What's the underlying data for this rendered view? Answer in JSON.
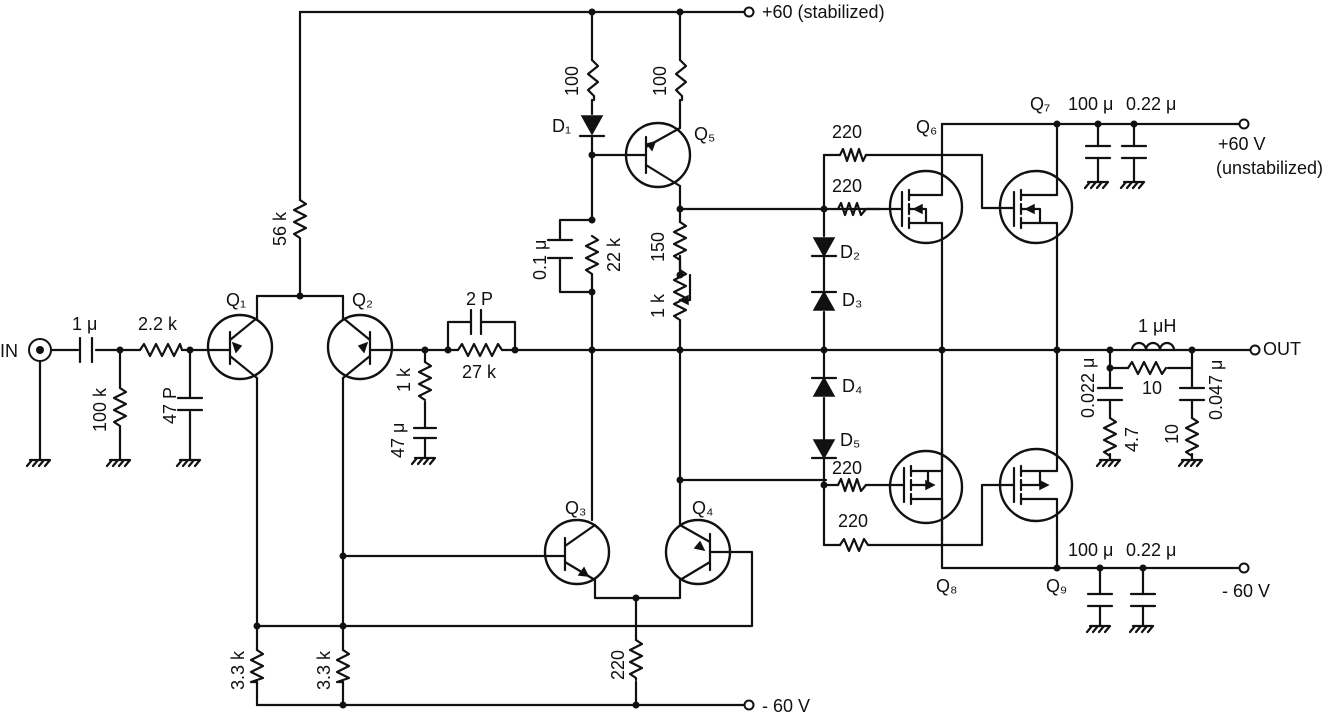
{
  "terminals": {
    "in": "IN",
    "out": "OUT",
    "supply_stabilized": "+60 (stabilized)",
    "supply_pos": "+60 V",
    "supply_pos_note": "(unstabilized)",
    "supply_neg": "- 60 V",
    "supply_neg_bottom": "- 60 V"
  },
  "transistors": {
    "q1": "Q₁",
    "q2": "Q₂",
    "q3": "Q₃",
    "q4": "Q₄",
    "q5": "Q₅",
    "q6": "Q₆",
    "q7": "Q₇",
    "q8": "Q₈",
    "q9": "Q₉"
  },
  "diodes": {
    "d1": "D₁",
    "d2": "D₂",
    "d3": "D₃",
    "d4": "D₄",
    "d5": "D₅"
  },
  "components": {
    "c_in": "1 μ",
    "r_in": "2.2 k",
    "r_in_shunt": "100 k",
    "c_47p": "47 P",
    "r_56k": "56 k",
    "c_2p": "2 P",
    "r_27k": "27 k",
    "r_fb_1k": "1 k",
    "c_fb_47u": "47 μ",
    "r_100_d1": "100",
    "r_100_q5": "100",
    "c_01u": "0.1 μ",
    "r_22k": "22 k",
    "r_150": "150",
    "r_1k_pot": "1 k",
    "r_gate_q7": "220",
    "r_gate_q6": "220",
    "r_gate_q8": "220",
    "r_gate_q9": "220",
    "c_pos_100u": "100 μ",
    "c_pos_022u": "0.22 μ",
    "c_neg_100u": "100 μ",
    "c_neg_022u": "0.22 μ",
    "l_out": "1 μH",
    "r_out_10": "10",
    "c_zobel_0022": "0.022 μ",
    "r_zobel_47": "4.7",
    "r_zobel_10": "10",
    "c_zobel_0047": "0.047 μ",
    "r_tail_220": "220",
    "r_33k_a": "3.3 k",
    "r_33k_b": "3.3 k"
  }
}
